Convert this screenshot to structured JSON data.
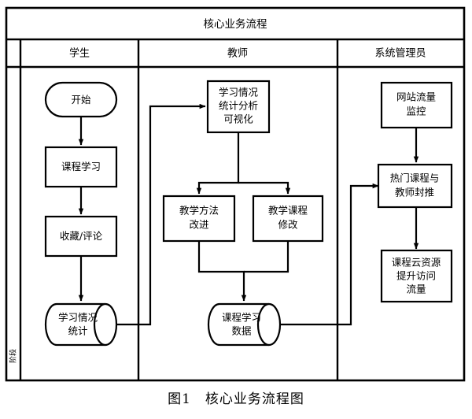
{
  "diagram": {
    "title": "核心业务流程",
    "caption": "图1　核心业务流程图",
    "phase_label": "阶段",
    "lanes": [
      {
        "id": "student",
        "label": "学生"
      },
      {
        "id": "teacher",
        "label": "教师"
      },
      {
        "id": "admin",
        "label": "系统管理员"
      }
    ],
    "nodes": [
      {
        "id": "start",
        "lane": "student",
        "shape": "stadium",
        "lines": [
          "开始"
        ]
      },
      {
        "id": "study",
        "lane": "student",
        "shape": "rectangle",
        "lines": [
          "课程学习"
        ]
      },
      {
        "id": "favcomment",
        "lane": "student",
        "shape": "rectangle",
        "lines": [
          "收藏/评论"
        ]
      },
      {
        "id": "studystats",
        "lane": "student",
        "shape": "cylinder",
        "lines": [
          "学习情况",
          "统计"
        ]
      },
      {
        "id": "analysis",
        "lane": "teacher",
        "shape": "rectangle",
        "lines": [
          "学习情况",
          "统计分析",
          "可视化"
        ]
      },
      {
        "id": "method",
        "lane": "teacher",
        "shape": "rectangle",
        "lines": [
          "教学方法",
          "改进"
        ]
      },
      {
        "id": "course",
        "lane": "teacher",
        "shape": "rectangle",
        "lines": [
          "教学课程",
          "修改"
        ]
      },
      {
        "id": "coursedata",
        "lane": "teacher",
        "shape": "cylinder",
        "lines": [
          "课程学习",
          "数据"
        ]
      },
      {
        "id": "traffic",
        "lane": "admin",
        "shape": "rectangle",
        "lines": [
          "网站流量",
          "监控"
        ]
      },
      {
        "id": "hotpush",
        "lane": "admin",
        "shape": "rectangle",
        "lines": [
          "热门课程与",
          "教师封推"
        ]
      },
      {
        "id": "cloudres",
        "lane": "admin",
        "shape": "rectangle",
        "lines": [
          "课程云资源",
          "提升访问",
          "流量"
        ]
      }
    ],
    "edges": [
      {
        "from": "start",
        "to": "study",
        "arrow": true
      },
      {
        "from": "study",
        "to": "favcomment",
        "arrow": true
      },
      {
        "from": "favcomment",
        "to": "studystats",
        "arrow": true
      },
      {
        "from": "studystats",
        "to": "analysis",
        "arrow": true
      },
      {
        "from": "analysis",
        "to": "method",
        "arrow": true
      },
      {
        "from": "analysis",
        "to": "course",
        "arrow": true
      },
      {
        "from": "method",
        "to": "coursedata",
        "arrow": true
      },
      {
        "from": "course",
        "to": "coursedata",
        "arrow": true
      },
      {
        "from": "coursedata",
        "to": "hotpush",
        "arrow": true
      },
      {
        "from": "traffic",
        "to": "hotpush",
        "arrow": true
      },
      {
        "from": "hotpush",
        "to": "cloudres",
        "arrow": true
      }
    ],
    "colors": {
      "stroke": "#000000",
      "fill": "#ffffff",
      "background": "#ffffff"
    }
  }
}
